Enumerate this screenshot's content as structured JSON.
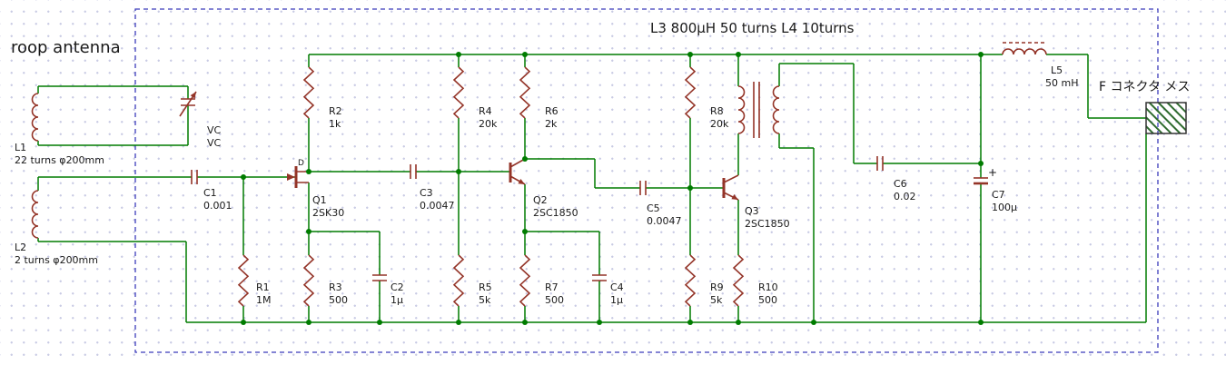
{
  "titles": {
    "antenna_label": "roop antenna",
    "transformer_note": "L3 800μH 50 turns  L4 10turns",
    "connector_label": "F コネクタ メス"
  },
  "colors": {
    "wire": "#007c00",
    "component": "#943428",
    "text": "#1a1a1a",
    "sheet_border": "#3b3bbb"
  },
  "components": {
    "L1": {
      "ref": "L1",
      "value": "22 turns φ200mm"
    },
    "L2": {
      "ref": "L2",
      "value": "2 turns φ200mm"
    },
    "VC": {
      "ref": "VC",
      "value": "VC"
    },
    "C1": {
      "ref": "C1",
      "value": "0.001"
    },
    "Q1": {
      "ref": "Q1",
      "value": "2SK30",
      "pin": "D"
    },
    "R1": {
      "ref": "R1",
      "value": "1M"
    },
    "R2": {
      "ref": "R2",
      "value": "1k"
    },
    "R3": {
      "ref": "R3",
      "value": "500"
    },
    "C2": {
      "ref": "C2",
      "value": "1μ"
    },
    "C3": {
      "ref": "C3",
      "value": "0.0047"
    },
    "R4": {
      "ref": "R4",
      "value": "20k"
    },
    "R5": {
      "ref": "R5",
      "value": "5k"
    },
    "Q2": {
      "ref": "Q2",
      "value": "2SC1850"
    },
    "R6": {
      "ref": "R6",
      "value": "2k"
    },
    "R7": {
      "ref": "R7",
      "value": "500"
    },
    "C4": {
      "ref": "C4",
      "value": "1μ"
    },
    "C5": {
      "ref": "C5",
      "value": "0.0047"
    },
    "R8": {
      "ref": "R8",
      "value": "20k"
    },
    "R9": {
      "ref": "R9",
      "value": "5k"
    },
    "Q3": {
      "ref": "Q3",
      "value": "2SC1850"
    },
    "R10": {
      "ref": "R10",
      "value": "500"
    },
    "C6": {
      "ref": "C6",
      "value": "0.02"
    },
    "C7": {
      "ref": "C7",
      "value": "100μ",
      "polarity": "+"
    },
    "L5": {
      "ref": "L5",
      "value": "50 mH"
    }
  }
}
